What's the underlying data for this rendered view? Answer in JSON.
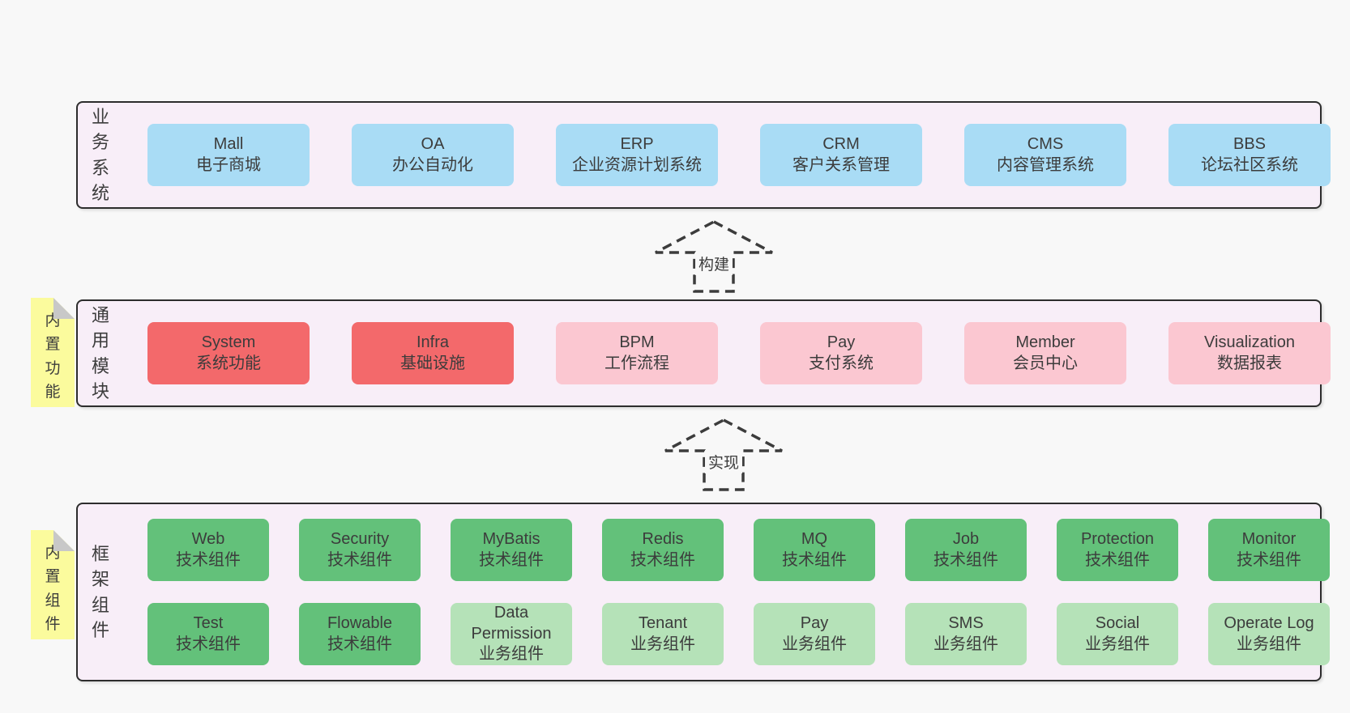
{
  "colors": {
    "page_bg": "#f8f8f8",
    "layer_bg": "#f8eef8",
    "layer_border": "#2d2d2d",
    "text": "#3c3c3c",
    "yellow": "#fbfb9d",
    "fold_gray": "#c8c8c8",
    "blue": "#a9dcf5",
    "red": "#f3696b",
    "pink": "#fbc7d1",
    "green": "#63c17a",
    "lightgreen": "#b5e2b8"
  },
  "layers": [
    {
      "id": "business-systems",
      "label": "业务系统",
      "note": null,
      "rows": [
        [
          {
            "title": "Mall",
            "subtitle": "电子商城",
            "color": "blue"
          },
          {
            "title": "OA",
            "subtitle": "办公自动化",
            "color": "blue"
          },
          {
            "title": "ERP",
            "subtitle": "企业资源计划系统",
            "color": "blue"
          },
          {
            "title": "CRM",
            "subtitle": "客户关系管理",
            "color": "blue"
          },
          {
            "title": "CMS",
            "subtitle": "内容管理系统",
            "color": "blue"
          },
          {
            "title": "BBS",
            "subtitle": "论坛社区系统",
            "color": "blue"
          }
        ]
      ]
    },
    {
      "id": "common-modules",
      "label": "通用模块",
      "note": "内置功能",
      "rows": [
        [
          {
            "title": "System",
            "subtitle": "系统功能",
            "color": "red"
          },
          {
            "title": "Infra",
            "subtitle": "基础设施",
            "color": "red"
          },
          {
            "title": "BPM",
            "subtitle": "工作流程",
            "color": "pink"
          },
          {
            "title": "Pay",
            "subtitle": "支付系统",
            "color": "pink"
          },
          {
            "title": "Member",
            "subtitle": "会员中心",
            "color": "pink"
          },
          {
            "title": "Visualization",
            "subtitle": "数据报表",
            "color": "pink"
          }
        ]
      ]
    },
    {
      "id": "framework-components",
      "label": "框架组件",
      "note": "内置组件",
      "rows": [
        [
          {
            "title": "Web",
            "subtitle": "技术组件",
            "color": "green"
          },
          {
            "title": "Security",
            "subtitle": "技术组件",
            "color": "green"
          },
          {
            "title": "MyBatis",
            "subtitle": "技术组件",
            "color": "green"
          },
          {
            "title": "Redis",
            "subtitle": "技术组件",
            "color": "green"
          },
          {
            "title": "MQ",
            "subtitle": "技术组件",
            "color": "green"
          },
          {
            "title": "Job",
            "subtitle": "技术组件",
            "color": "green"
          },
          {
            "title": "Protection",
            "subtitle": "技术组件",
            "color": "green"
          },
          {
            "title": "Monitor",
            "subtitle": "技术组件",
            "color": "green"
          }
        ],
        [
          {
            "title": "Test",
            "subtitle": "技术组件",
            "color": "green"
          },
          {
            "title": "Flowable",
            "subtitle": "技术组件",
            "color": "green"
          },
          {
            "title": "Data Permission",
            "subtitle": "业务组件",
            "color": "lightgreen"
          },
          {
            "title": "Tenant",
            "subtitle": "业务组件",
            "color": "lightgreen"
          },
          {
            "title": "Pay",
            "subtitle": "业务组件",
            "color": "lightgreen"
          },
          {
            "title": "SMS",
            "subtitle": "业务组件",
            "color": "lightgreen"
          },
          {
            "title": "Social",
            "subtitle": "业务组件",
            "color": "lightgreen"
          },
          {
            "title": "Operate Log",
            "subtitle": "业务组件",
            "color": "lightgreen"
          }
        ]
      ]
    }
  ],
  "arrows": [
    {
      "label": "构建"
    },
    {
      "label": "实现"
    }
  ]
}
